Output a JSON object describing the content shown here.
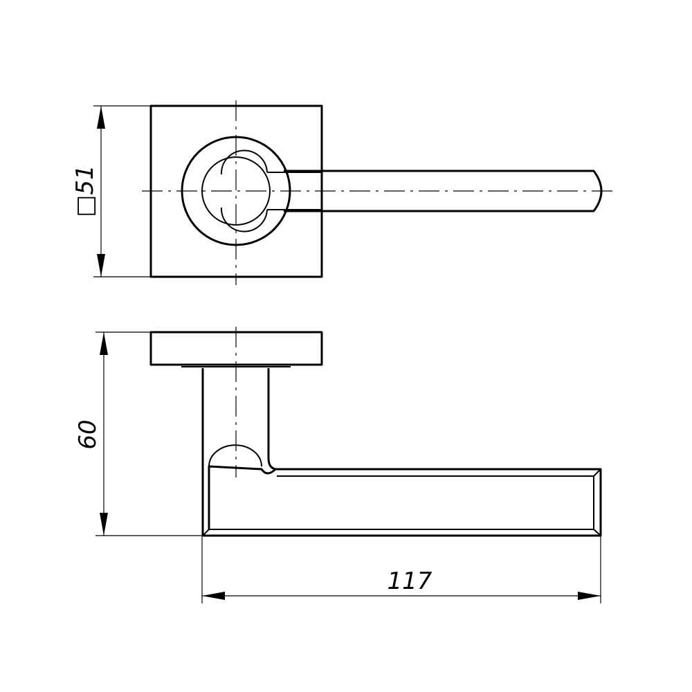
{
  "dimensions": {
    "rose_size_symbol": "□",
    "rose_size_value": "51",
    "projection_depth": "60",
    "lever_length": "117"
  },
  "colors": {
    "line": "#000000",
    "background": "#ffffff"
  }
}
